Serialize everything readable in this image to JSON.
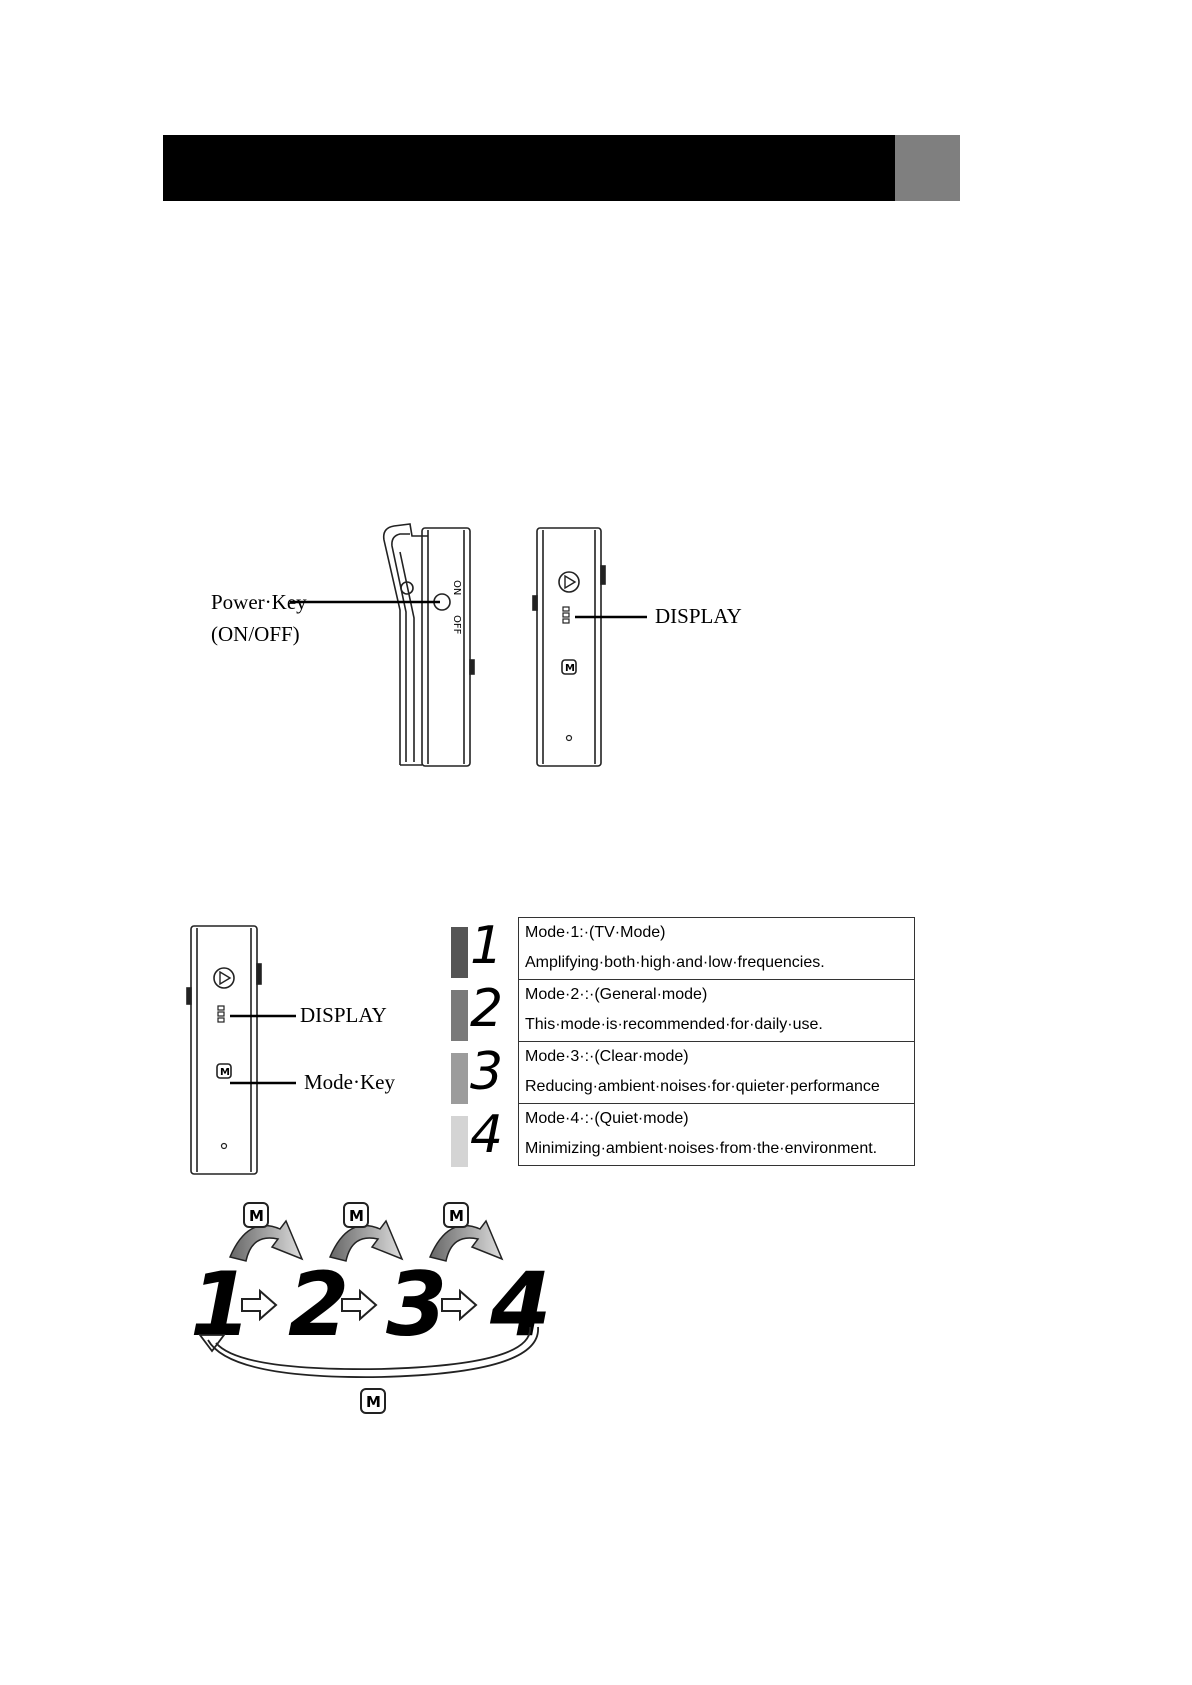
{
  "figure1": {
    "power_key_label": "Power·Key",
    "power_key_sub": "(ON/OFF)",
    "display_label": "DISPLAY",
    "switch_on": "ON",
    "switch_off": "OFF",
    "mode_button_icon": "mode-m-icon",
    "play_button_icon": "play-triangle-icon"
  },
  "figure2": {
    "display_label": "DISPLAY",
    "mode_key_label": "Mode·Key",
    "modes": [
      {
        "digit": "1",
        "title": "Mode·1:·(TV·Mode)",
        "desc": "Amplifying·both·high·and·low·frequencies.",
        "swatch_color": "#555555"
      },
      {
        "digit": "2",
        "title": "Mode·2·:·(General·mode)",
        "desc": "This·mode·is·recommended·for·daily·use.",
        "swatch_color": "#7a7a7a"
      },
      {
        "digit": "3",
        "title": "Mode·3·:·(Clear·mode)",
        "desc": "Reducing·ambient·noises·for·quieter·performance",
        "swatch_color": "#9c9c9c"
      },
      {
        "digit": "4",
        "title": "Mode·4·:·(Quiet·mode)",
        "desc": "Minimizing·ambient·noises·from·the·environment.",
        "swatch_color": "#d4d4d4"
      }
    ]
  },
  "cycle": {
    "digits": [
      "1",
      "2",
      "3",
      "4"
    ],
    "m_label": "M",
    "arrow_icon": "right-arrow-icon",
    "curve_arrow_icon": "curved-arrow-icon"
  },
  "colors": {
    "header_bar": "#000000",
    "header_tab": "#7f7f7f"
  }
}
